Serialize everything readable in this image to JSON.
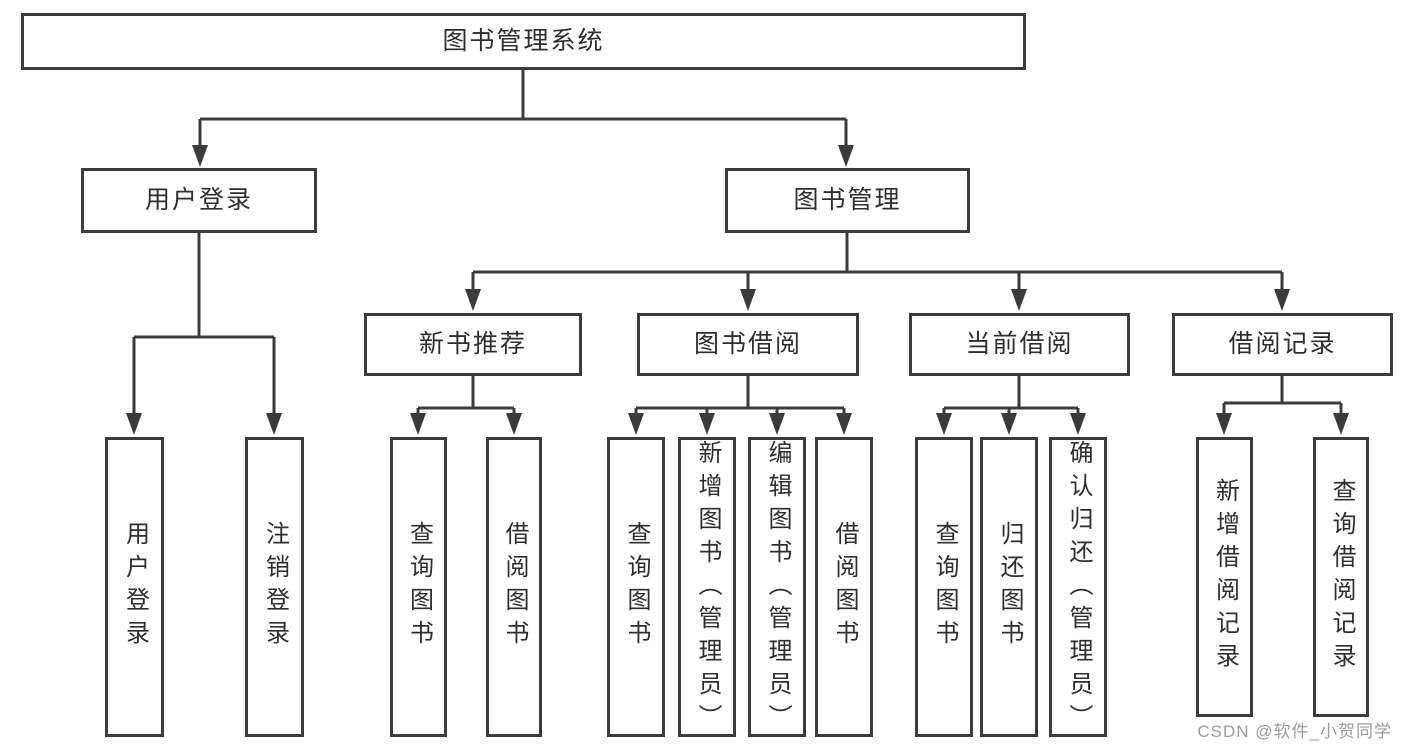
{
  "diagram": {
    "root": {
      "label": "图书管理系统"
    },
    "branches": [
      {
        "label": "用户登录",
        "leaves": [
          "用户登录",
          "注销登录"
        ]
      },
      {
        "label": "图书管理",
        "sections": [
          {
            "label": "新书推荐",
            "leaves": [
              "查询图书",
              "借阅图书"
            ]
          },
          {
            "label": "图书借阅",
            "leaves": [
              "查询图书",
              "新增图书（管理员）",
              "编辑图书（管理员）",
              "借阅图书"
            ]
          },
          {
            "label": "当前借阅",
            "leaves": [
              "查询图书",
              "归还图书",
              "确认归还（管理员）"
            ]
          },
          {
            "label": "借阅记录",
            "leaves": [
              "新增借阅记录",
              "查询借阅记录"
            ]
          }
        ]
      }
    ]
  },
  "watermark": {
    "text": "CSDN @软件_小贺同学"
  },
  "colors": {
    "line": "#3b3b3b",
    "text": "#2e2e2e",
    "watermark": "#9c9c9c",
    "background": "#ffffff"
  }
}
